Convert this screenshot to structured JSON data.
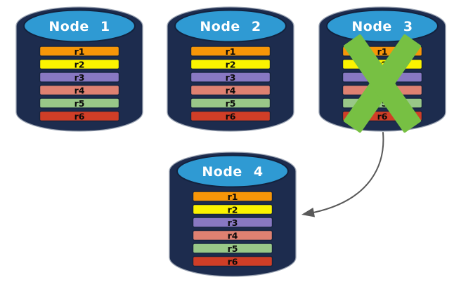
{
  "diagram": {
    "description": "Four database nodes with replicated rows r1-r6; Node 3 failed (green X) and an arrow points to Node 4",
    "colors": {
      "background": "#ffffff",
      "cylinder_body": "#1d2c4e",
      "cylinder_top": "#2f9ad3",
      "failure_x": "#77c043",
      "arrow": "#595959"
    },
    "nodes": [
      {
        "title": "Node 1",
        "failed": false,
        "rows": [
          {
            "label": "r1",
            "color": "#f79608"
          },
          {
            "label": "r2",
            "color": "#fbf300"
          },
          {
            "label": "r3",
            "color": "#8878c2"
          },
          {
            "label": "r4",
            "color": "#df8171"
          },
          {
            "label": "r5",
            "color": "#99c888"
          },
          {
            "label": "r6",
            "color": "#d03e27"
          }
        ]
      },
      {
        "title": "Node 2",
        "failed": false,
        "rows": [
          {
            "label": "r1",
            "color": "#f79608"
          },
          {
            "label": "r2",
            "color": "#fbf300"
          },
          {
            "label": "r3",
            "color": "#8878c2"
          },
          {
            "label": "r4",
            "color": "#df8171"
          },
          {
            "label": "r5",
            "color": "#99c888"
          },
          {
            "label": "r6",
            "color": "#d03e27"
          }
        ]
      },
      {
        "title": "Node 3",
        "failed": true,
        "rows": [
          {
            "label": "r1",
            "color": "#f79608"
          },
          {
            "label": "r2",
            "color": "#fbf300"
          },
          {
            "label": "r3",
            "color": "#8878c2"
          },
          {
            "label": "r4",
            "color": "#df8171"
          },
          {
            "label": "r5",
            "color": "#99c888"
          },
          {
            "label": "r6",
            "color": "#d03e27"
          }
        ]
      },
      {
        "title": "Node 4",
        "failed": false,
        "rows": [
          {
            "label": "r1",
            "color": "#f79608"
          },
          {
            "label": "r2",
            "color": "#fbf300"
          },
          {
            "label": "r3",
            "color": "#8878c2"
          },
          {
            "label": "r4",
            "color": "#df8171"
          },
          {
            "label": "r5",
            "color": "#99c888"
          },
          {
            "label": "r6",
            "color": "#d03e27"
          }
        ]
      }
    ],
    "failure_marker": {
      "node": "Node 3",
      "icon": "x-cross-icon",
      "color": "#77c043"
    },
    "arrow": {
      "from": "Node 3",
      "to": "Node 4",
      "color": "#595959"
    }
  }
}
